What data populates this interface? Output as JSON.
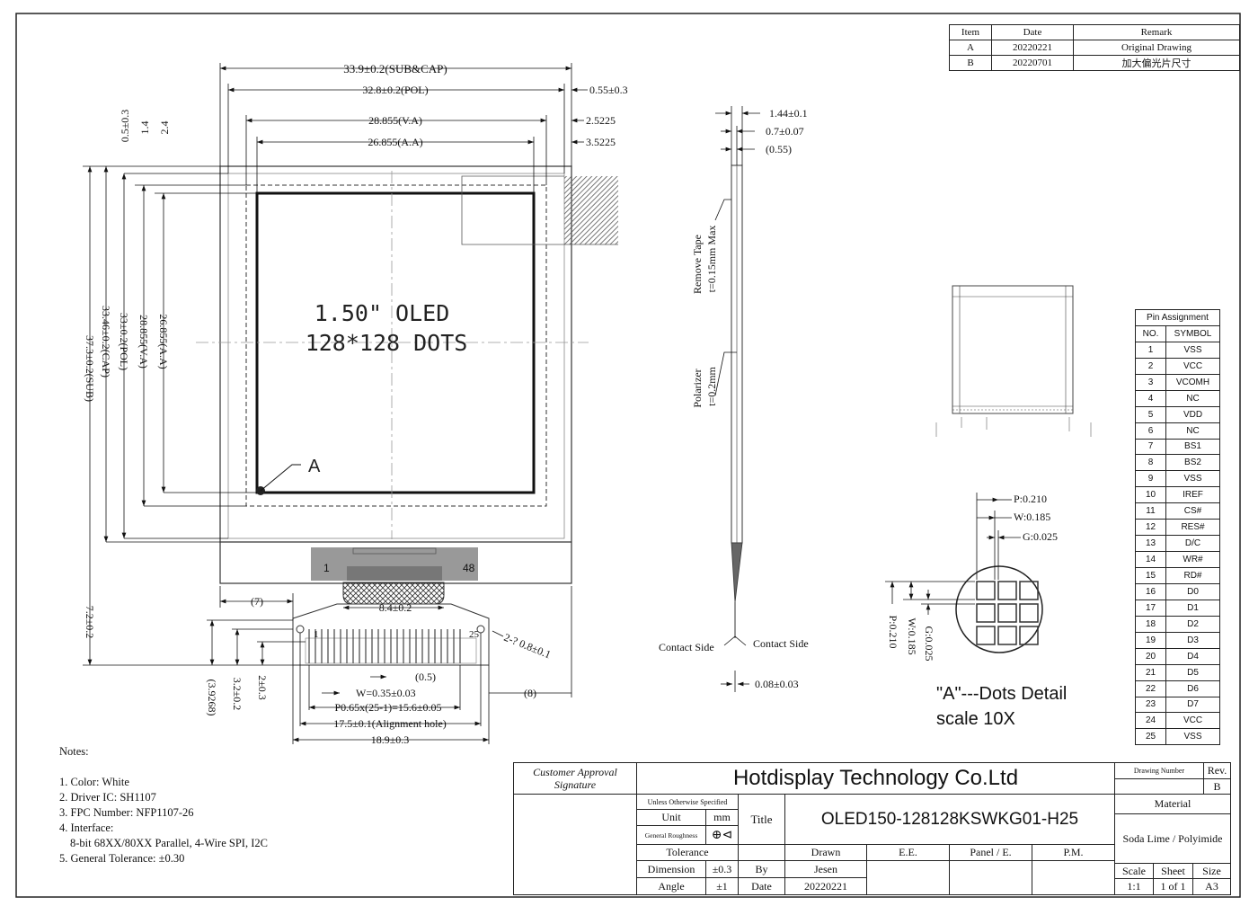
{
  "revision_table": {
    "headers": [
      "Item",
      "Date",
      "Remark"
    ],
    "rows": [
      [
        "A",
        "20220221",
        "Original Drawing"
      ],
      [
        "B",
        "20220701",
        "加大偏光片尺寸"
      ]
    ]
  },
  "front_view": {
    "screen_title": "1.50\" OLED",
    "screen_subtitle": "128*128 DOTS",
    "marker_label": "A",
    "fpc_pin_first": "1",
    "fpc_pin_last": "48",
    "pad_first": "1",
    "pad_last": "25",
    "dims": {
      "sub_cap_width": "33.9±0.2(SUB&CAP)",
      "pol_width": "32.8±0.2(POL)",
      "pol_offset": "0.55±0.3",
      "va_width": "28.855(V.A)",
      "va_offset": "2.5225",
      "aa_width": "26.855(A.A)",
      "aa_offset": "3.5225",
      "top_0_5": "0.5±0.3",
      "top_1_4": "1.4",
      "top_2_4": "2.4",
      "sub_height": "37.3±0.2(SUB)",
      "cap_height": "33.46±0.2(CAP)",
      "pol_height": "33±0.2(POL)",
      "va_height": "28.855(V.A)",
      "aa_height": "26.855(A.A)",
      "tail_height": "7.2±0.2",
      "fpc_offset": "(7)",
      "stiffener_width": "8.4±0.2",
      "hole_dia": "2-? 0.8±0.1",
      "left_3_9268": "(3.9268)",
      "left_3_2": "3.2±0.2",
      "left_2": "2±0.3",
      "pad_gap": "(0.5)",
      "pad_width": "W=0.35±0.03",
      "pad_pitch": "P0.65x(25-1)=15.6±0.05",
      "align_hole": "17.5±0.1(Alignment hole)",
      "fpc_width": "18.9±0.3",
      "right_8": "(8)"
    }
  },
  "side_view": {
    "t_total": "1.44±0.1",
    "t_glass": "0.7±0.07",
    "t_pol": "(0.55)",
    "remove_tape": "Remove Tape",
    "remove_tape_t": "t=0.15mm Max",
    "polarizer": "Polarizer",
    "polarizer_t": "t=0.2mm",
    "contact_left": "Contact Side",
    "contact_right": "Contact Side",
    "fpc_t": "0.08±0.03"
  },
  "dots_detail": {
    "p": "P:0.210",
    "w": "W:0.185",
    "g": "G:0.025",
    "p_v": "P:0.210",
    "w_v": "W:0.185",
    "g_v": "G:0.025",
    "title": "\"A\"---Dots Detail",
    "scale": "scale 10X"
  },
  "pin_assignment": {
    "title": "Pin Assignment",
    "col_no": "NO.",
    "col_symbol": "SYMBOL",
    "pins": [
      [
        "1",
        "VSS"
      ],
      [
        "2",
        "VCC"
      ],
      [
        "3",
        "VCOMH"
      ],
      [
        "4",
        "NC"
      ],
      [
        "5",
        "VDD"
      ],
      [
        "6",
        "NC"
      ],
      [
        "7",
        "BS1"
      ],
      [
        "8",
        "BS2"
      ],
      [
        "9",
        "VSS"
      ],
      [
        "10",
        "IREF"
      ],
      [
        "11",
        "CS#"
      ],
      [
        "12",
        "RES#"
      ],
      [
        "13",
        "D/C"
      ],
      [
        "14",
        "WR#"
      ],
      [
        "15",
        "RD#"
      ],
      [
        "16",
        "D0"
      ],
      [
        "17",
        "D1"
      ],
      [
        "18",
        "D2"
      ],
      [
        "19",
        "D3"
      ],
      [
        "20",
        "D4"
      ],
      [
        "21",
        "D5"
      ],
      [
        "22",
        "D6"
      ],
      [
        "23",
        "D7"
      ],
      [
        "24",
        "VCC"
      ],
      [
        "25",
        "VSS"
      ]
    ]
  },
  "notes": {
    "heading": "Notes:",
    "items": [
      "1. Color: White",
      "2. Driver IC: SH1107",
      "3. FPC Number: NFP1107-26",
      "4. Interface:",
      "8-bit 68XX/80XX Parallel, 4-Wire SPI, I2C",
      "5. General Tolerance: ±0.30"
    ]
  },
  "title_block": {
    "approval_1": "Customer Approval",
    "approval_2": "Signature",
    "company": "Hotdisplay Technology Co.Ltd",
    "drawing_number_label": "Drawing Number",
    "rev_label": "Rev.",
    "rev_value": "B",
    "unless": "Unless Otherwise Specified",
    "unit_label": "Unit",
    "unit_value": "mm",
    "general_roughness": "General Roughness",
    "title_label": "Title",
    "title_value": "OLED150-128128KSWKG01-H25",
    "material_label": "Material",
    "material_value": "Soda Lime / Polyimide",
    "tolerance_label": "Tolerance",
    "drawn_label": "Drawn",
    "ee_label": "E.E.",
    "panel_label": "Panel / E.",
    "pm_label": "P.M.",
    "dimension_label": "Dimension",
    "dimension_value": "±0.3",
    "by_label": "By",
    "by_value": "Jesen",
    "angle_label": "Angle",
    "angle_value": "±1",
    "date_label": "Date",
    "date_value": "20220221",
    "scale_label": "Scale",
    "scale_value": "1:1",
    "sheet_label": "Sheet",
    "sheet_value": "1 of 1",
    "size_label": "Size",
    "size_value": "A3"
  }
}
